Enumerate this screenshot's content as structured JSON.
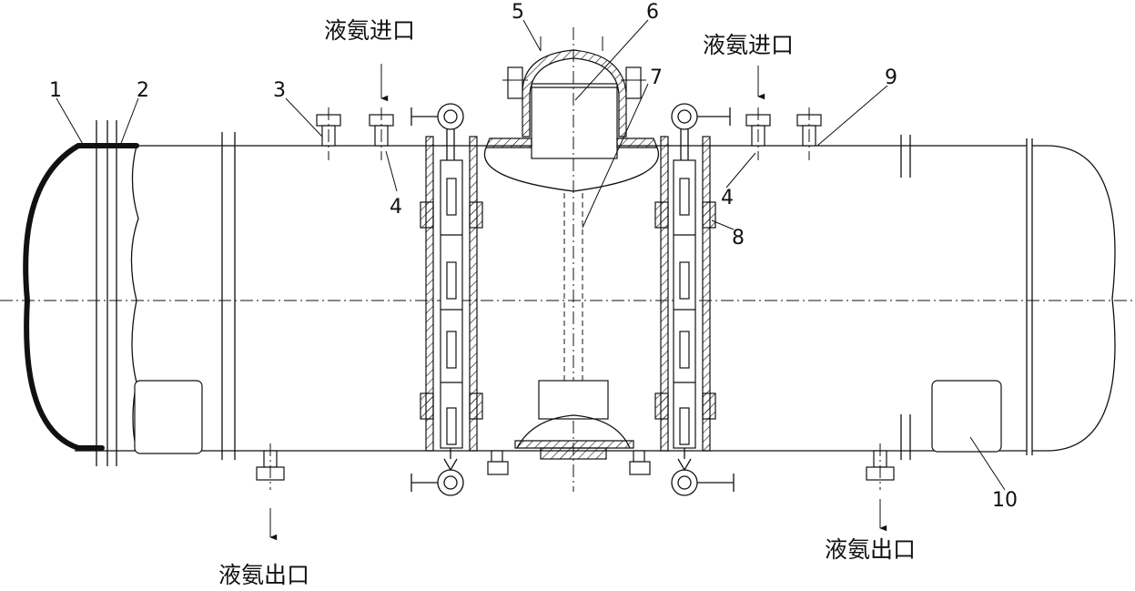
{
  "labels": {
    "inlet_left": "液氨进口",
    "inlet_right": "液氨进口",
    "outlet_left": "液氨出口",
    "outlet_right": "液氨出口"
  },
  "numbers": {
    "n1": "1",
    "n2": "2",
    "n3": "3",
    "n4a": "4",
    "n4b": "4",
    "n5": "5",
    "n6": "6",
    "n7": "7",
    "n8": "8",
    "n9": "9",
    "n10": "10"
  }
}
